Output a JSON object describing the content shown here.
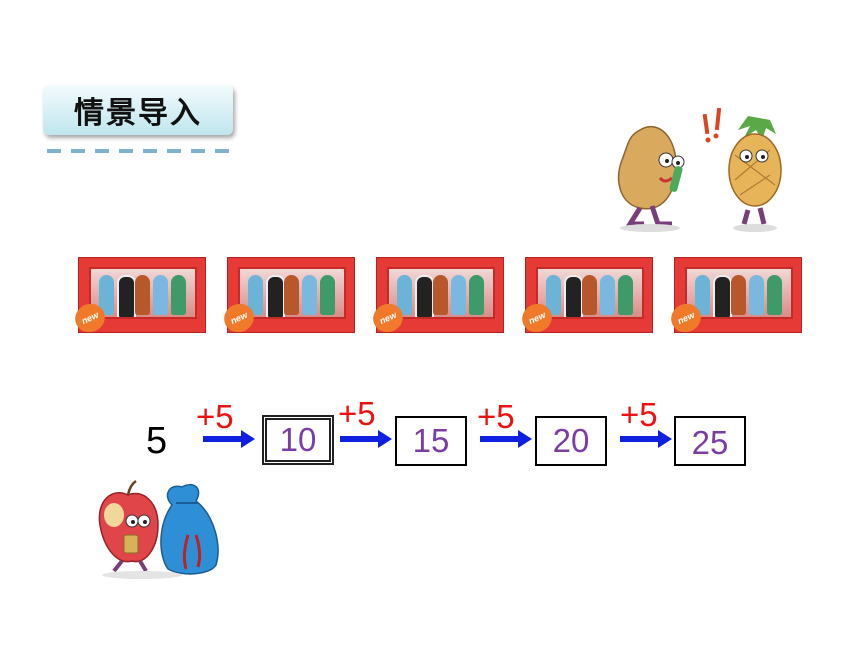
{
  "title": "情景导入",
  "sequence": {
    "start": "5",
    "step_label": "+5",
    "steps": [
      "+5",
      "+5",
      "+5",
      "+5"
    ],
    "boxes": [
      "10",
      "15",
      "20",
      "25"
    ]
  },
  "gift_boxes": {
    "count": 5,
    "badge": "new"
  },
  "colors": {
    "gift_box": "#e53a35",
    "plus_text": "#ee1111",
    "box_number": "#7a3ea6",
    "arrow": "#1020e0",
    "title_bg": "#bfe6ee"
  },
  "icons": {
    "characters": "potato-and-pineapple-icon",
    "apple_bag": "apple-with-money-bag-icon"
  }
}
